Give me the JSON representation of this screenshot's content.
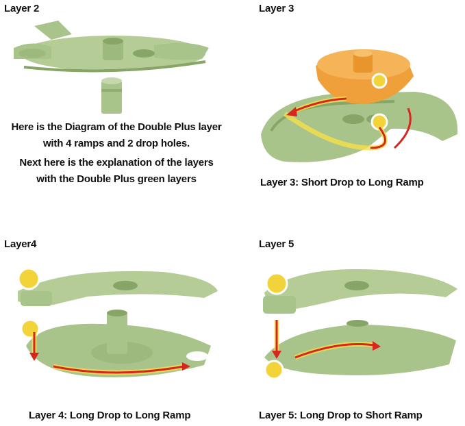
{
  "panels": {
    "layer2": {
      "title": "Layer 2"
    },
    "layer3": {
      "title": "Layer 3",
      "caption": "Layer 3: Short Drop to Long Ramp"
    },
    "layer4": {
      "title": "Layer4",
      "caption": "Layer 4: Long Drop to Long Ramp"
    },
    "layer5": {
      "title": "Layer 5",
      "caption": "Layer 5: Long Drop to Short Ramp"
    }
  },
  "description": {
    "line1": "Here is the Diagram of the Double Plus layer",
    "line2": "with 4 ramps and 2 drop holes.",
    "line3": "Next here is the explanation of the layers",
    "line4": "with the Double Plus green layers"
  },
  "colors": {
    "layer_green": "#a9c48a",
    "layer_green_dark": "#86a566",
    "funnel_orange": "#f0a03a",
    "arrow_red": "#d6261e",
    "arrow_glow": "#f5e04a",
    "ball_yellow": "#f2d43a"
  }
}
